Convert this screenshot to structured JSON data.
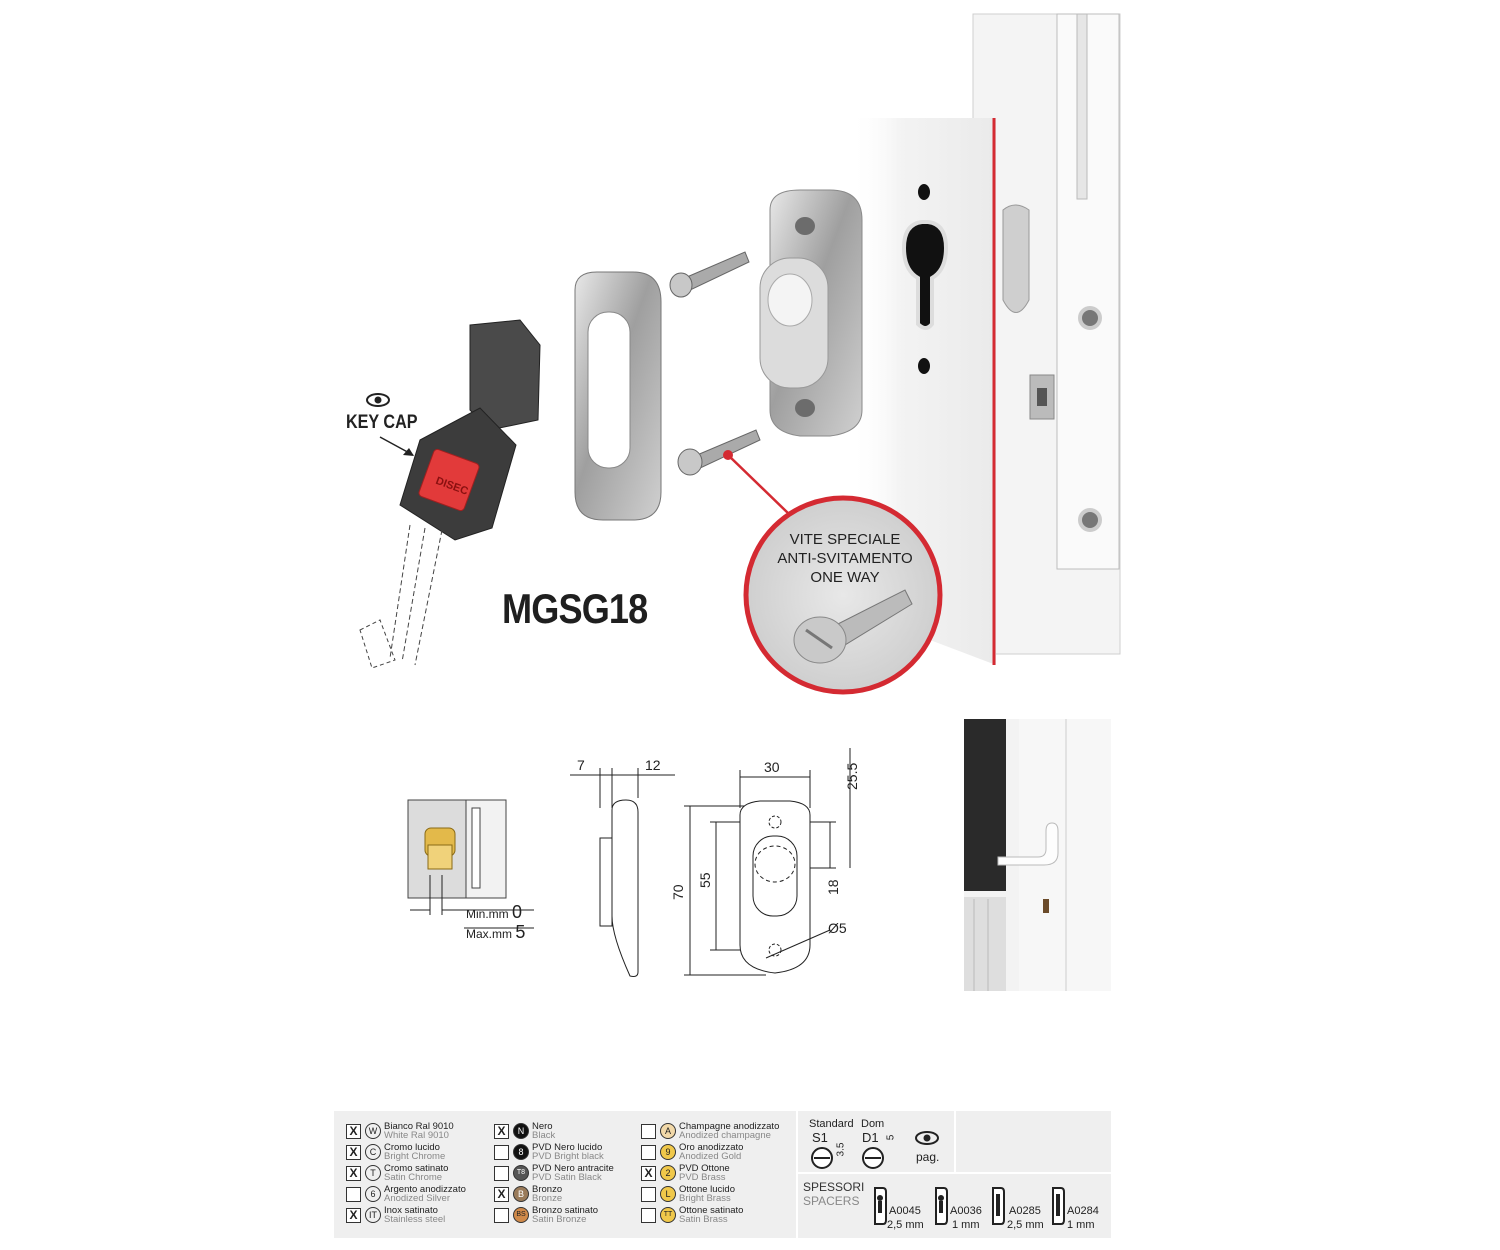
{
  "product": {
    "code": "MGSG18"
  },
  "keycap": {
    "label": "KEY CAP",
    "brand_text": "DISEC",
    "eye_icon": "eye-icon"
  },
  "screw_callout": {
    "line1": "VITE SPECIALE",
    "line2": "ANTI-SVITAMENTO",
    "line3": "ONE WAY"
  },
  "cylinder_diagram": {
    "min_label": "Min.mm",
    "min_value": "0",
    "max_label": "Max.mm",
    "max_value": "5"
  },
  "dimensions": {
    "d7": "7",
    "d12": "12",
    "d30": "30",
    "d25_5": "25.5",
    "d70": "70",
    "d55": "55",
    "d18": "18",
    "d5": "Ø5"
  },
  "colors": {
    "accent_red": "#d42a32",
    "keycap_red": "#e23a3a",
    "metal": "#b9b9b9",
    "table_bg": "#efefef"
  },
  "finishes": [
    {
      "checked": "X",
      "code": "W",
      "it": "Bianco Ral 9010",
      "en": "White Ral 9010"
    },
    {
      "checked": "X",
      "code": "C",
      "it": "Cromo lucido",
      "en": "Bright Chrome"
    },
    {
      "checked": "X",
      "code": "T",
      "it": "Cromo satinato",
      "en": "Satin Chrome"
    },
    {
      "checked": "",
      "code": "6",
      "it": "Argento anodizzato",
      "en": "Anodized Silver"
    },
    {
      "checked": "X",
      "code": "IT",
      "it": "Inox satinato",
      "en": "Stainless steel"
    },
    {
      "checked": "X",
      "code": "N",
      "it": "Nero",
      "en": "Black"
    },
    {
      "checked": "",
      "code": "8",
      "it": "PVD Nero lucido",
      "en": "PVD Bright black"
    },
    {
      "checked": "",
      "code": "T8",
      "it": "PVD Nero antracite",
      "en": "PVD Satin Black"
    },
    {
      "checked": "X",
      "code": "B",
      "it": "Bronzo",
      "en": "Bronze"
    },
    {
      "checked": "",
      "code": "BS",
      "it": "Bronzo satinato",
      "en": "Satin Bronze"
    },
    {
      "checked": "",
      "code": "A",
      "it": "Champagne anodizzato",
      "en": "Anodized champagne"
    },
    {
      "checked": "",
      "code": "9",
      "it": "Oro anodizzato",
      "en": "Anodized Gold"
    },
    {
      "checked": "X",
      "code": "2",
      "it": "PVD Ottone",
      "en": "PVD Brass"
    },
    {
      "checked": "",
      "code": "L",
      "it": "Ottone lucido",
      "en": "Bright Brass"
    },
    {
      "checked": "",
      "code": "TT",
      "it": "Ottone satinato",
      "en": "Satin Brass"
    }
  ],
  "mounting": {
    "standard": "Standard",
    "s1": "S1",
    "s1_val": "3.5",
    "dom": "Dom",
    "d1": "D1",
    "d1_val": "5",
    "pag": "pag."
  },
  "spacers": {
    "title_it": "SPESSORI",
    "title_en": "SPACERS",
    "items": [
      {
        "code": "A0045",
        "size": "2,5 mm"
      },
      {
        "code": "A0036",
        "size": "1 mm"
      },
      {
        "code": "A0285",
        "size": "2,5 mm"
      },
      {
        "code": "A0284",
        "size": "1 mm"
      }
    ]
  }
}
